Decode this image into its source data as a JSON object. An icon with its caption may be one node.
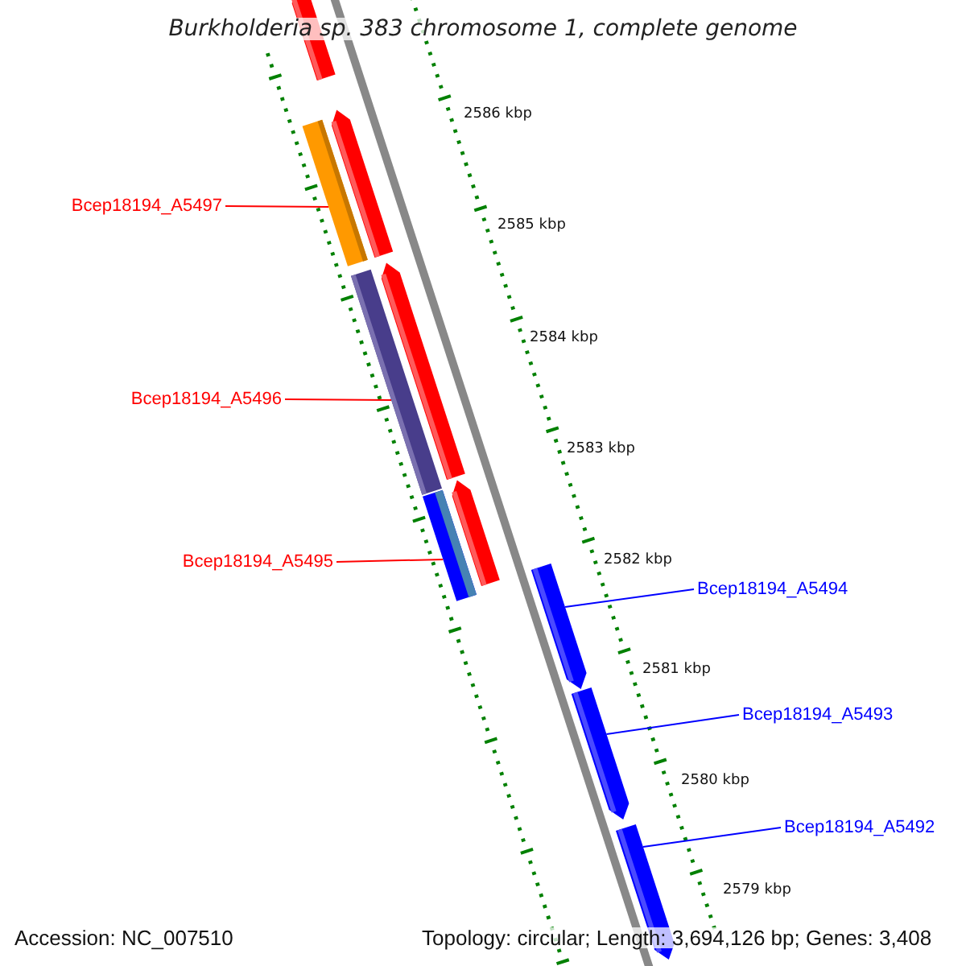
{
  "diagram": {
    "title": "Burkholderia sp. 383 chromosome 1, complete genome",
    "nodes": [
      {
        "text": [
          "Bcep18194_A5497"
        ]
      },
      {
        "text": [],
        "shape": "bar"
      },
      {
        "text": [
          "Bcep18194_A5496"
        ]
      },
      {
        "text": [],
        "shape": "bar"
      },
      {
        "text": [
          "Bcep18194_A5495"
        ]
      },
      {
        "text": [],
        "shape": "bar"
      },
      {
        "text": [
          "Bcep18194_A5494"
        ]
      },
      {
        "text": [],
        "shape": "bar"
      },
      {
        "text": [
          "Bcep18194_A5493"
        ]
      },
      {
        "text": [],
        "shape": "bar"
      },
      {
        "text": [
          "Bcep18194_A5492"
        ]
      },
      {
        "text": [],
        "shape": "bar"
      }
    ],
    "edges": [
      {
        "from": 0,
        "to": 1,
        "arrow": "none",
        "color": "#ff0000"
      },
      {
        "from": 2,
        "to": 3,
        "arrow": "none",
        "color": "#ff0000"
      },
      {
        "from": 4,
        "to": 5,
        "arrow": "none",
        "color": "#ff0000"
      },
      {
        "from": 6,
        "to": 7,
        "arrow": "none",
        "color": "#0000ff"
      },
      {
        "from": 8,
        "to": 9,
        "arrow": "none",
        "color": "#0000ff"
      },
      {
        "from": 10,
        "to": 11,
        "arrow": "none",
        "color": "#0000ff"
      }
    ],
    "labels": [
      "2586 kbp",
      "2585 kbp",
      "2584 kbp",
      "2583 kbp",
      "2582 kbp",
      "2581 kbp",
      "2580 kbp",
      "2579 kbp",
      "Accession: NC_007510",
      "Topology: circular; Length: 3,694,126 bp; Genes: 3,408"
    ]
  }
}
